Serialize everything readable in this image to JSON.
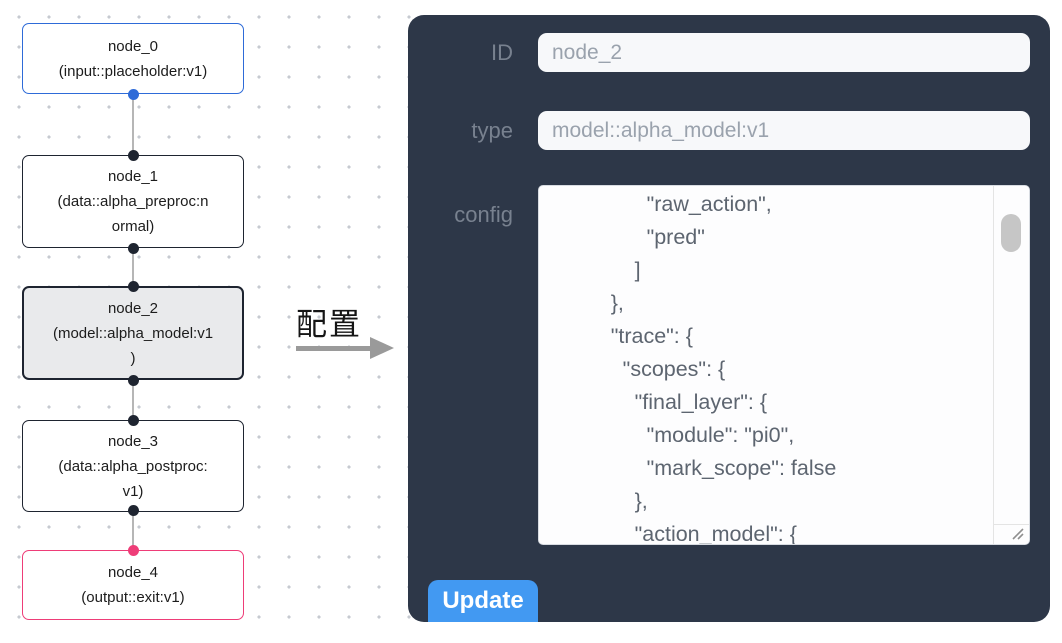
{
  "canvas": {
    "nodes": [
      {
        "title": "node_0",
        "subtitle": "(input::placeholder:v1)"
      },
      {
        "title": "node_1",
        "subtitle": "(data::alpha_preproc:n\normal)"
      },
      {
        "title": "node_2",
        "subtitle": "(model::alpha_model:v1\n)"
      },
      {
        "title": "node_3",
        "subtitle": "(data::alpha_postproc:\nv1)"
      },
      {
        "title": "node_4",
        "subtitle": "(output::exit:v1)"
      }
    ],
    "colors": {
      "input_node_border": "#2e6bd8",
      "default_node_border": "#1e2430",
      "output_node_border": "#ee3d78",
      "selected_node_bg": "#e9eaec",
      "edge": "#b6b6b6"
    }
  },
  "transition": {
    "label": "配置"
  },
  "panel": {
    "bg": "#2d3748",
    "fields": {
      "id": {
        "label": "ID",
        "value": "node_2"
      },
      "type": {
        "label": "type",
        "value": "model::alpha_model:v1"
      },
      "config": {
        "label": "config",
        "value": "                \"raw_action\",\n                \"pred\"\n              ]\n          },\n          \"trace\": {\n            \"scopes\": {\n              \"final_layer\": {\n                \"module\": \"pi0\",\n                \"mark_scope\": false\n              },\n              \"action_model\": {"
      }
    },
    "update_button": {
      "label": "Update",
      "color": "#4299f2"
    }
  }
}
